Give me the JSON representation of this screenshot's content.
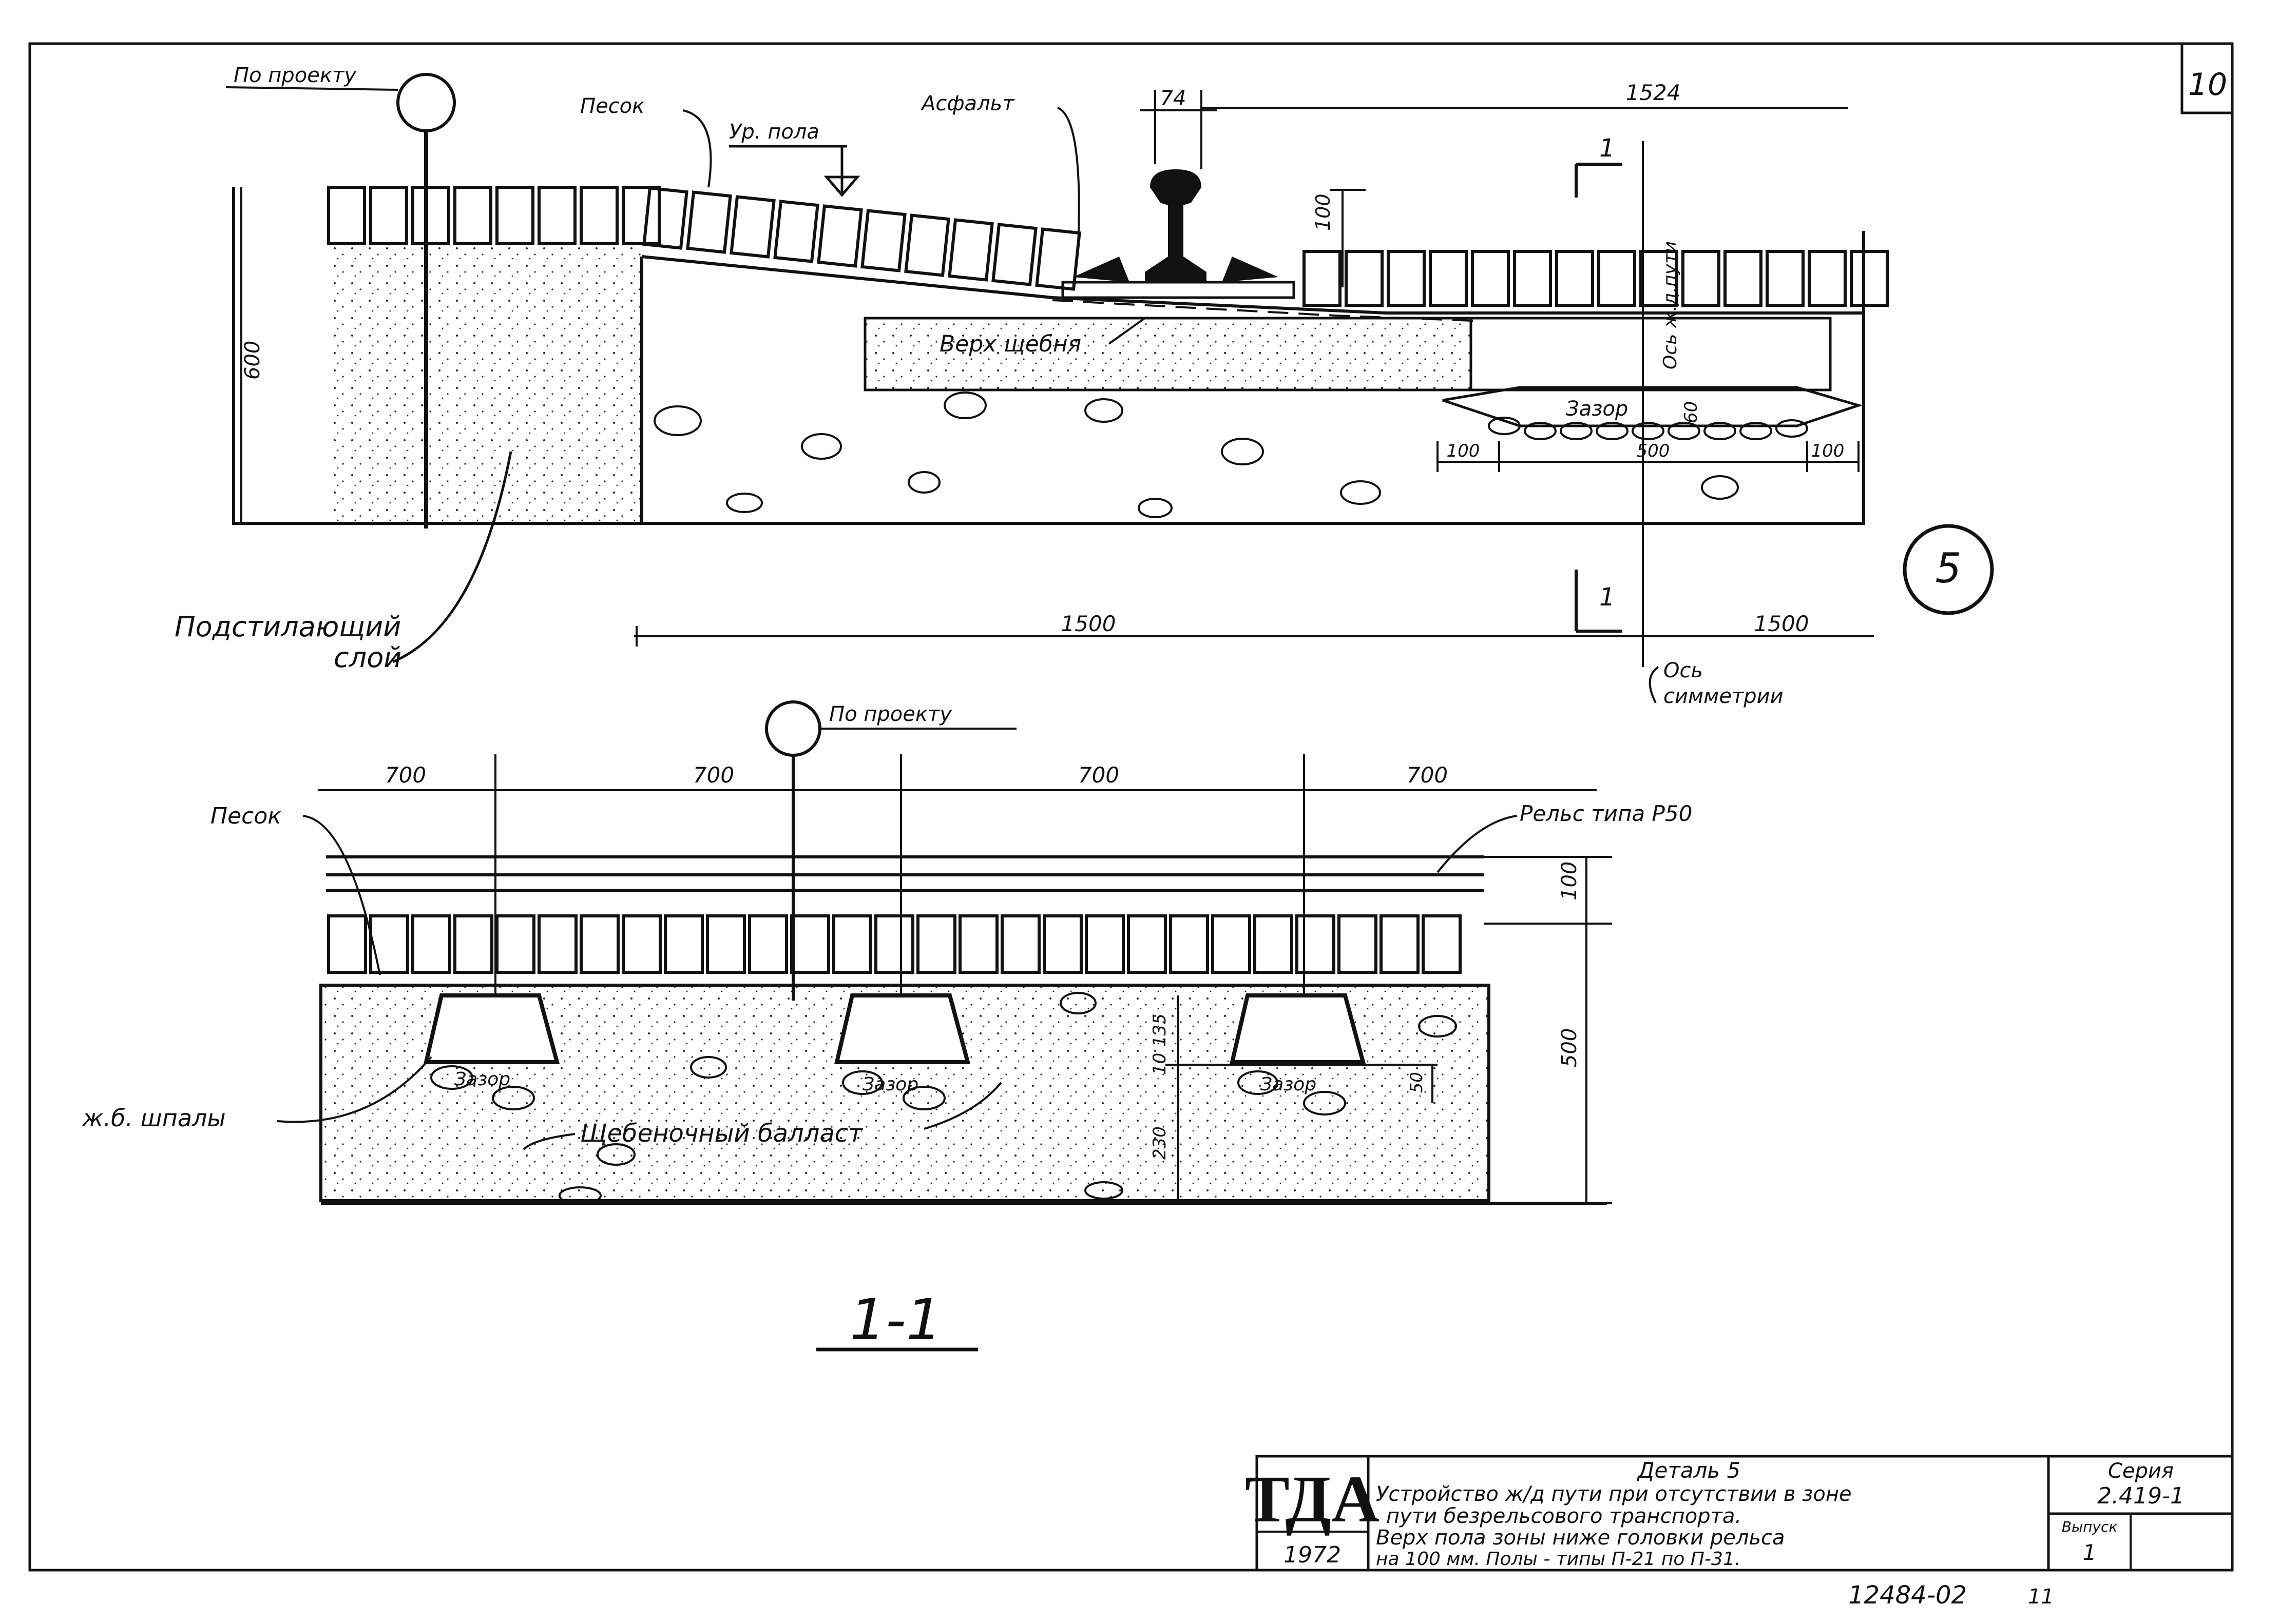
{
  "sheet_number": "10",
  "section_a": {
    "label_top_left": "По проекту",
    "label_sand": "Песок",
    "label_floor_level": "Ур. пола",
    "label_asphalt": "Асфальт",
    "dim_rail_width": "74",
    "dim_gauge": "1524",
    "dim_100_height": "100",
    "dim_600": "600",
    "label_crushed_top": "Верх щебня",
    "label_axis_track": "Ось ж.д.пути",
    "label_gap": "Зазор",
    "dim_60": "60",
    "dim_100_left": "100",
    "dim_500": "500",
    "dim_100_right": "100",
    "label_sublayer_1": "Подстилающий",
    "label_sublayer_2": "слой",
    "dim_1500_left": "1500",
    "dim_1500_right": "1500",
    "label_axis_sym_1": "Ось",
    "label_axis_sym_2": "симметрии",
    "section_mark": "1",
    "detail_number": "5"
  },
  "section_b": {
    "label_by_project": "По проекту",
    "dim_700_1": "700",
    "dim_700_2": "700",
    "dim_700_3": "700",
    "dim_700_4": "700",
    "label_sand": "Песок",
    "label_rail": "Рельс типа Р50",
    "dim_100": "100",
    "dim_500": "500",
    "label_sleepers": "ж.б. шпалы",
    "label_gap_1": "Зазор",
    "label_gap_2": "Зазор",
    "label_gap_3": "Зазор",
    "label_ballast": "Щебеночный балласт",
    "dim_135": "135",
    "dim_10": "10",
    "dim_230": "230",
    "dim_50": "50",
    "section_title": "1-1"
  },
  "title_block": {
    "org_logo": "ТДА",
    "year": "1972",
    "title_detail": "Деталь 5",
    "desc_line_1": "Устройство ж/д пути при отсутствии в зоне",
    "desc_line_2": "пути безрельсового транспорта.",
    "desc_line_3": "Верх пола зоны ниже головки рельса",
    "desc_line_4": "на 100 мм. Полы - типы П-21 по П-31.",
    "series_label": "Серия",
    "series_value": "2.419-1",
    "issue_label": "Выпуск",
    "issue_value": "1",
    "doc_number": "12484-02",
    "page_number": "11"
  }
}
